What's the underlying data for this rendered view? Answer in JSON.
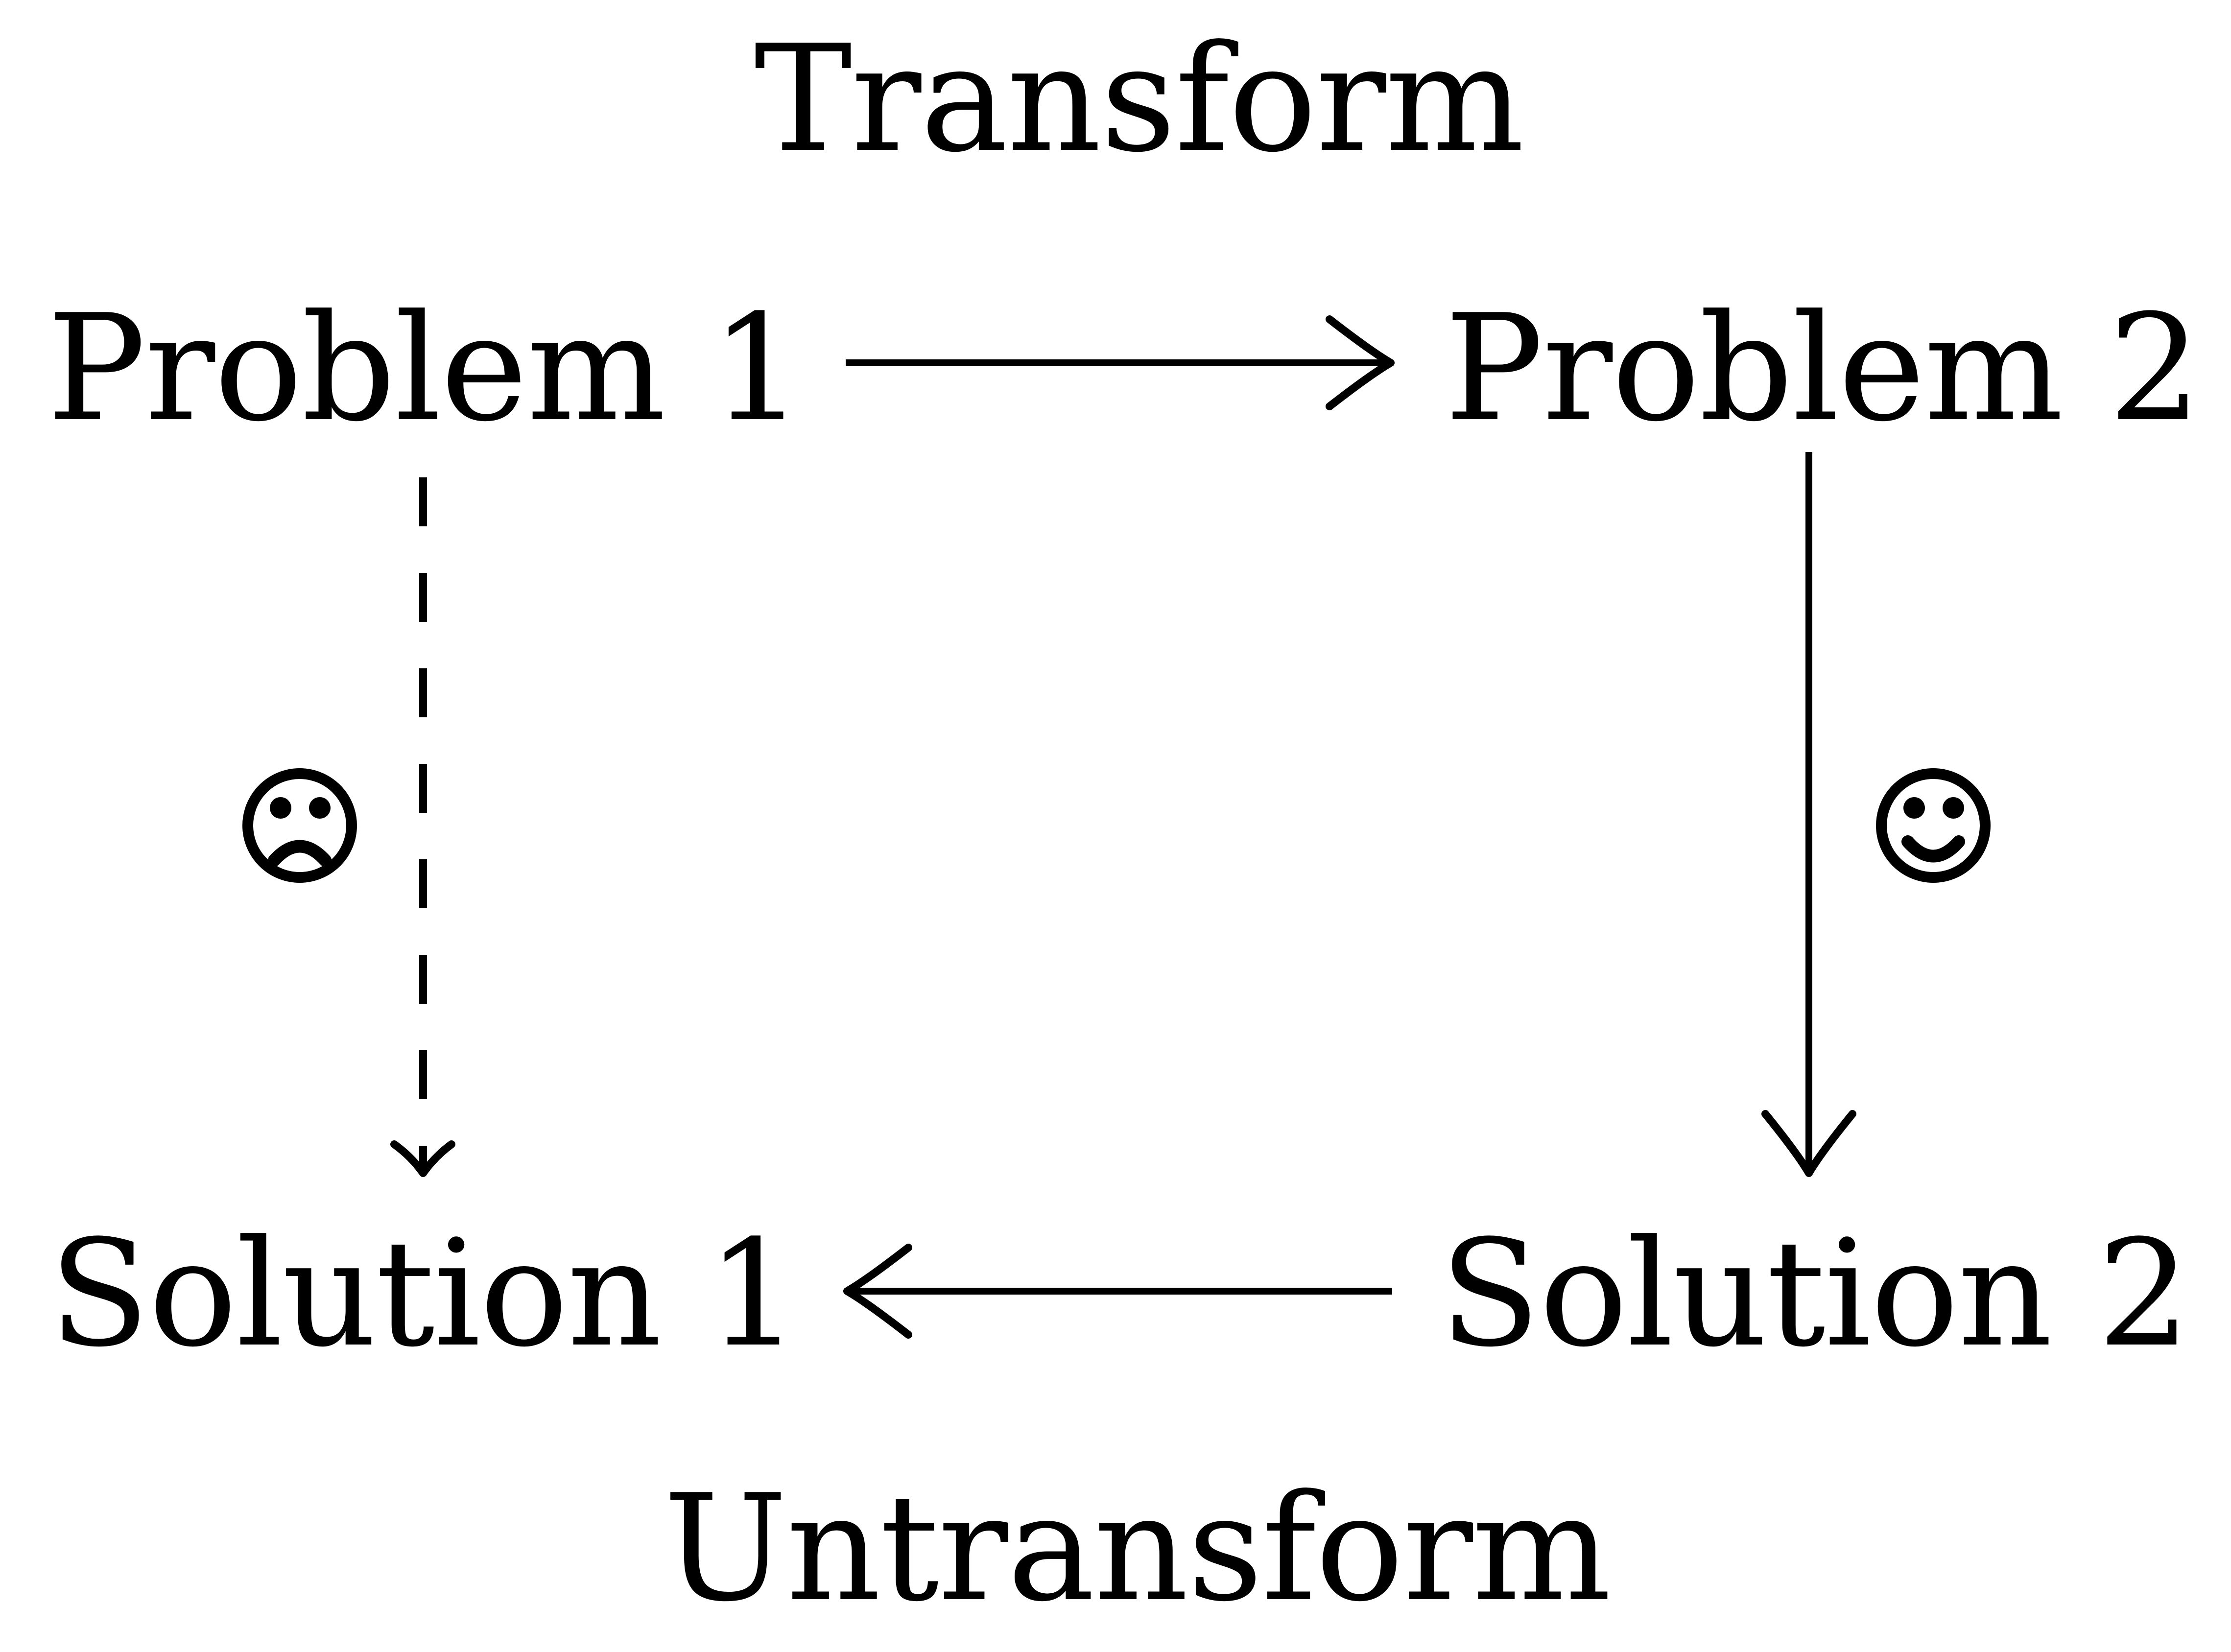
{
  "diagram": {
    "title_top": "Transform",
    "title_bottom": "Untransform",
    "nodes": {
      "problem_1": "Problem 1",
      "problem_2": "Problem 2",
      "solution_1": "Solution 1",
      "solution_2": "Solution 2"
    },
    "edges": {
      "top": {
        "label": "Transform",
        "from": "Problem 1",
        "to": "Problem 2",
        "direction": "right",
        "style": "solid"
      },
      "bottom": {
        "label": "Untransform",
        "from": "Solution 2",
        "to": "Solution 1",
        "direction": "left",
        "style": "solid"
      },
      "left": {
        "label": "",
        "from": "Problem 1",
        "to": "Solution 1",
        "direction": "down",
        "style": "dashed",
        "annotation_icon": "sad-face-icon"
      },
      "right": {
        "label": "",
        "from": "Problem 2",
        "to": "Solution 2",
        "direction": "down",
        "style": "solid",
        "annotation_icon": "happy-face-icon"
      }
    },
    "icons": {
      "sad_face": "sad-face-icon",
      "happy_face": "happy-face-icon"
    },
    "colors": {
      "ink": "#000000",
      "background": "#ffffff"
    }
  }
}
